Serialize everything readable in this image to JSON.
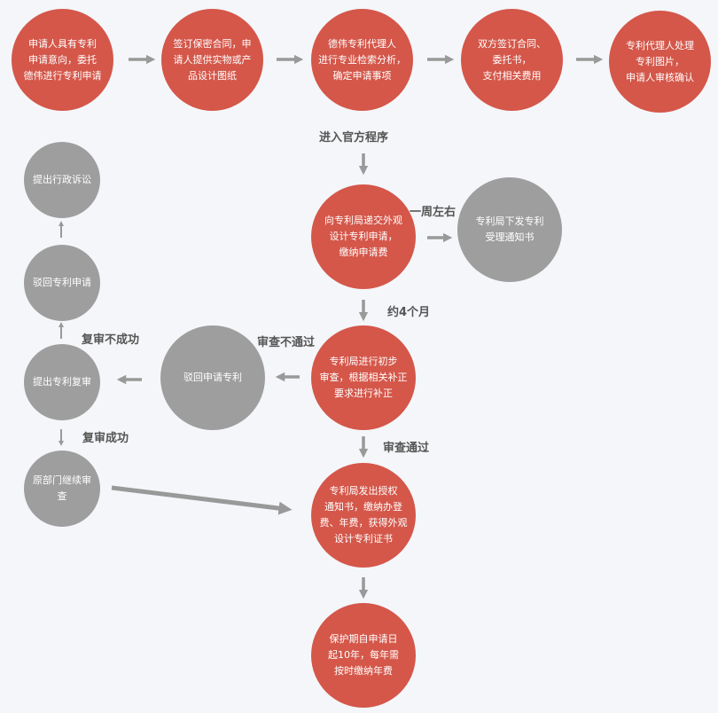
{
  "colors": {
    "red": "#d4574a",
    "gray": "#9e9e9e",
    "arrow": "#999999",
    "label": "#555555",
    "background": "#f4f6f9"
  },
  "nodes": {
    "n1": "申请人具有专利\n申请意向，委托\n德伟进行专利申请",
    "n2": "签订保密合同，申\n请人提供实物或产\n品设计图纸",
    "n3": "德伟专利代理人\n进行专业检索分析，\n确定申请事项",
    "n4": "双方签订合同、\n委托书，\n支付相关费用",
    "n5": "专利代理人处理\n专利图片，\n申请人审核确认",
    "n6": "向专利局递交外观\n设计专利申请，\n缴纳申请费",
    "n7": "专利局下发专利\n受理通知书",
    "n8": "专利局进行初步\n审查，根据相关补正\n要求进行补正",
    "n9": "驳回申请专利",
    "n10": "专利局发出授权\n通知书，缴纳办登\n费、年费，获得外观\n设计专利证书",
    "n11": "保护期自申请日\n起10年，每年需\n按时缴纳年费",
    "n12": "提出行政诉讼",
    "n13": "驳回专利申请",
    "n14": "提出专利复审",
    "n15": "原部门继续审查"
  },
  "labels": {
    "official": "进入官方程序",
    "week": "一周左右",
    "months": "约4个月",
    "reject": "审查不通过",
    "pass": "审查通过",
    "review_fail": "复审不成功",
    "review_success": "复审成功"
  }
}
